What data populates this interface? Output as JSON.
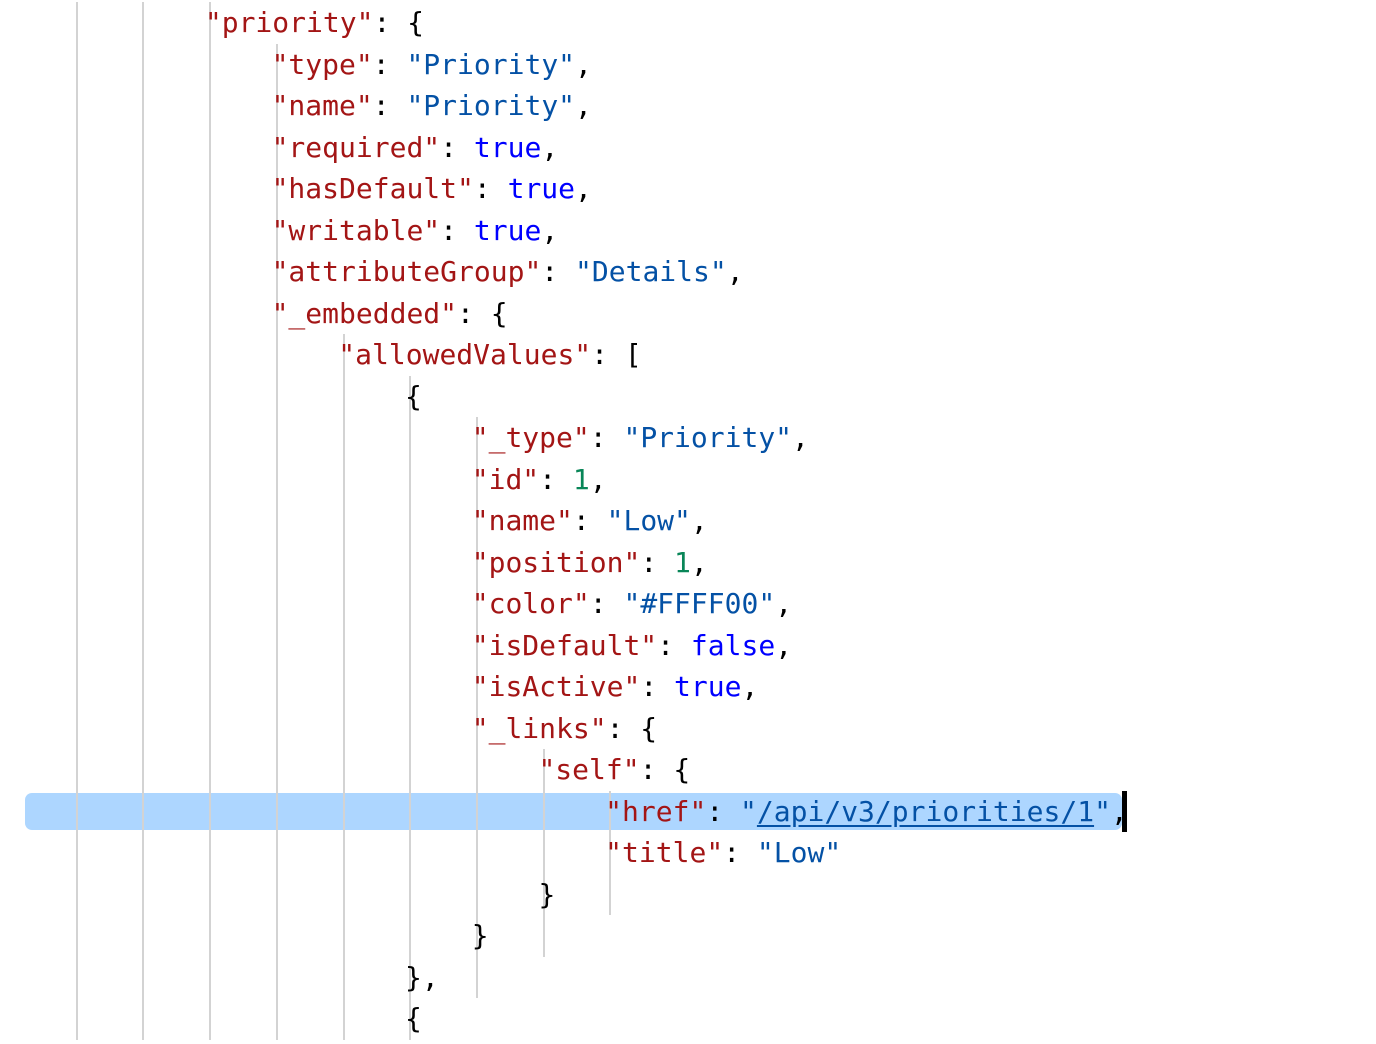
{
  "editor": {
    "language": "json",
    "indent_size": 4,
    "theme": "light",
    "colors": {
      "background": "#ffffff",
      "key": "#a31515",
      "string": "#0451a5",
      "number": "#098658",
      "boolean": "#0000ff",
      "punctuation": "#000000",
      "selection": "#add6ff",
      "indent_guide": "#d3d3d3",
      "caret": "#000000"
    },
    "caret": {
      "line_index": 19,
      "column": 31
    },
    "highlighted_line_index": 19
  },
  "lines": [
    {
      "indent": 3,
      "tokens": [
        {
          "t": "key",
          "v": "\"priority\""
        },
        {
          "t": "punc",
          "v": ": {"
        }
      ]
    },
    {
      "indent": 4,
      "tokens": [
        {
          "t": "key",
          "v": "\"type\""
        },
        {
          "t": "punc",
          "v": ": "
        },
        {
          "t": "str",
          "v": "\"Priority\""
        },
        {
          "t": "punc",
          "v": ","
        }
      ]
    },
    {
      "indent": 4,
      "tokens": [
        {
          "t": "key",
          "v": "\"name\""
        },
        {
          "t": "punc",
          "v": ": "
        },
        {
          "t": "str",
          "v": "\"Priority\""
        },
        {
          "t": "punc",
          "v": ","
        }
      ]
    },
    {
      "indent": 4,
      "tokens": [
        {
          "t": "key",
          "v": "\"required\""
        },
        {
          "t": "punc",
          "v": ": "
        },
        {
          "t": "bool",
          "v": "true"
        },
        {
          "t": "punc",
          "v": ","
        }
      ]
    },
    {
      "indent": 4,
      "tokens": [
        {
          "t": "key",
          "v": "\"hasDefault\""
        },
        {
          "t": "punc",
          "v": ": "
        },
        {
          "t": "bool",
          "v": "true"
        },
        {
          "t": "punc",
          "v": ","
        }
      ]
    },
    {
      "indent": 4,
      "tokens": [
        {
          "t": "key",
          "v": "\"writable\""
        },
        {
          "t": "punc",
          "v": ": "
        },
        {
          "t": "bool",
          "v": "true"
        },
        {
          "t": "punc",
          "v": ","
        }
      ]
    },
    {
      "indent": 4,
      "tokens": [
        {
          "t": "key",
          "v": "\"attributeGroup\""
        },
        {
          "t": "punc",
          "v": ": "
        },
        {
          "t": "str",
          "v": "\"Details\""
        },
        {
          "t": "punc",
          "v": ","
        }
      ]
    },
    {
      "indent": 4,
      "tokens": [
        {
          "t": "key",
          "v": "\"_embedded\""
        },
        {
          "t": "punc",
          "v": ": {"
        }
      ]
    },
    {
      "indent": 5,
      "tokens": [
        {
          "t": "key",
          "v": "\"allowedValues\""
        },
        {
          "t": "punc",
          "v": ": ["
        }
      ]
    },
    {
      "indent": 6,
      "tokens": [
        {
          "t": "punc",
          "v": "{"
        }
      ]
    },
    {
      "indent": 7,
      "tokens": [
        {
          "t": "key",
          "v": "\"_type\""
        },
        {
          "t": "punc",
          "v": ": "
        },
        {
          "t": "str",
          "v": "\"Priority\""
        },
        {
          "t": "punc",
          "v": ","
        }
      ]
    },
    {
      "indent": 7,
      "tokens": [
        {
          "t": "key",
          "v": "\"id\""
        },
        {
          "t": "punc",
          "v": ": "
        },
        {
          "t": "num",
          "v": "1"
        },
        {
          "t": "punc",
          "v": ","
        }
      ]
    },
    {
      "indent": 7,
      "tokens": [
        {
          "t": "key",
          "v": "\"name\""
        },
        {
          "t": "punc",
          "v": ": "
        },
        {
          "t": "str",
          "v": "\"Low\""
        },
        {
          "t": "punc",
          "v": ","
        }
      ]
    },
    {
      "indent": 7,
      "tokens": [
        {
          "t": "key",
          "v": "\"position\""
        },
        {
          "t": "punc",
          "v": ": "
        },
        {
          "t": "num",
          "v": "1"
        },
        {
          "t": "punc",
          "v": ","
        }
      ]
    },
    {
      "indent": 7,
      "tokens": [
        {
          "t": "key",
          "v": "\"color\""
        },
        {
          "t": "punc",
          "v": ": "
        },
        {
          "t": "str",
          "v": "\"#FFFF00\""
        },
        {
          "t": "punc",
          "v": ","
        }
      ]
    },
    {
      "indent": 7,
      "tokens": [
        {
          "t": "key",
          "v": "\"isDefault\""
        },
        {
          "t": "punc",
          "v": ": "
        },
        {
          "t": "bool",
          "v": "false"
        },
        {
          "t": "punc",
          "v": ","
        }
      ]
    },
    {
      "indent": 7,
      "tokens": [
        {
          "t": "key",
          "v": "\"isActive\""
        },
        {
          "t": "punc",
          "v": ": "
        },
        {
          "t": "bool",
          "v": "true"
        },
        {
          "t": "punc",
          "v": ","
        }
      ]
    },
    {
      "indent": 7,
      "tokens": [
        {
          "t": "key",
          "v": "\"_links\""
        },
        {
          "t": "punc",
          "v": ": {"
        }
      ]
    },
    {
      "indent": 8,
      "tokens": [
        {
          "t": "key",
          "v": "\"self\""
        },
        {
          "t": "punc",
          "v": ": {"
        }
      ]
    },
    {
      "indent": 9,
      "tokens": [
        {
          "t": "key",
          "v": "\"href\""
        },
        {
          "t": "punc",
          "v": ": "
        },
        {
          "t": "str",
          "v": "\""
        },
        {
          "t": "link",
          "v": "/api/v3/priorities/1"
        },
        {
          "t": "str",
          "v": "\""
        },
        {
          "t": "punc",
          "v": ","
        }
      ]
    },
    {
      "indent": 9,
      "tokens": [
        {
          "t": "key",
          "v": "\"title\""
        },
        {
          "t": "punc",
          "v": ": "
        },
        {
          "t": "str",
          "v": "\"Low\""
        }
      ]
    },
    {
      "indent": 8,
      "tokens": [
        {
          "t": "punc",
          "v": "}"
        }
      ]
    },
    {
      "indent": 7,
      "tokens": [
        {
          "t": "punc",
          "v": "}"
        }
      ]
    },
    {
      "indent": 6,
      "tokens": [
        {
          "t": "punc",
          "v": "},"
        }
      ]
    },
    {
      "indent": 6,
      "tokens": [
        {
          "t": "punc",
          "v": "{"
        }
      ]
    }
  ],
  "indent_guides": [
    {
      "col": 1,
      "from_line": 0,
      "to_line": 24
    },
    {
      "col": 2,
      "from_line": 0,
      "to_line": 24
    },
    {
      "col": 3,
      "from_line": 0,
      "to_line": 24
    },
    {
      "col": 4,
      "from_line": 1,
      "to_line": 24
    },
    {
      "col": 5,
      "from_line": 8,
      "to_line": 24
    },
    {
      "col": 6,
      "from_line": 9,
      "to_line": 24
    },
    {
      "col": 7,
      "from_line": 10,
      "to_line": 23
    },
    {
      "col": 8,
      "from_line": 18,
      "to_line": 22
    },
    {
      "col": 9,
      "from_line": 19,
      "to_line": 21
    }
  ]
}
